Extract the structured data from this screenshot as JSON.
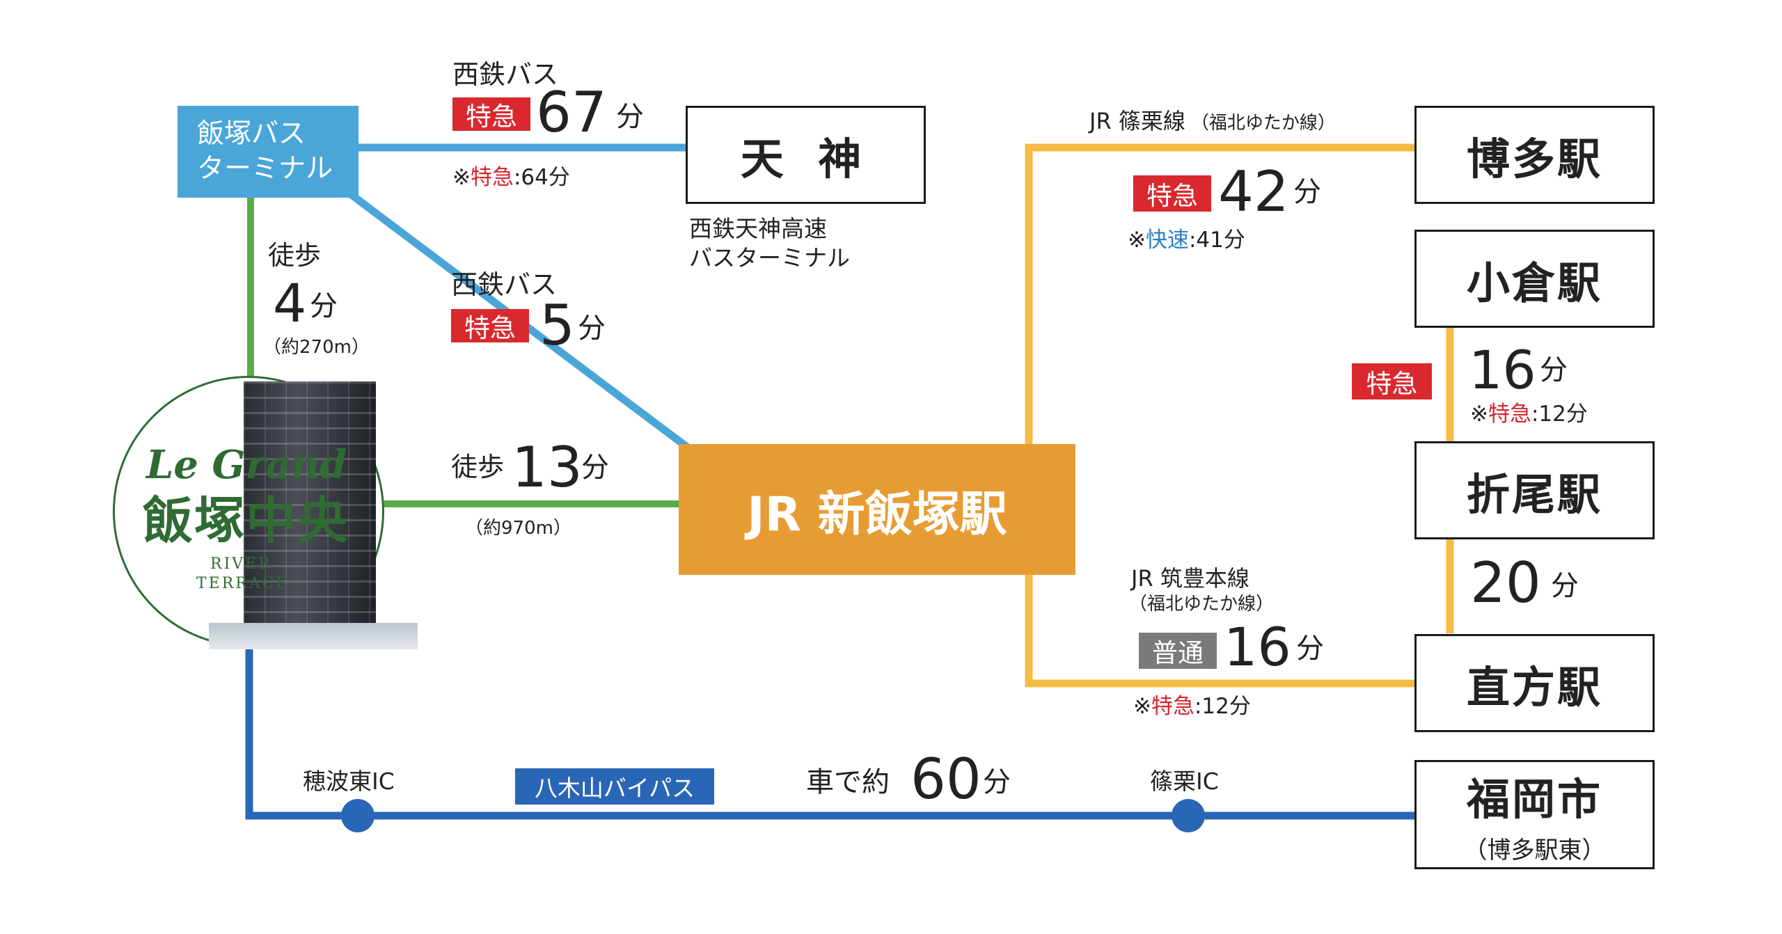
{
  "colors": {
    "bus": "#4aa5d9",
    "walk": "#59ac48",
    "jr": "#f4bc44",
    "road": "#2a66b6",
    "jr_station_fill": "#e79c33",
    "express_tag": "#d9292f",
    "local_tag": "#7a7a7a",
    "ic_dot": "#2a66b6",
    "logo_green": "#2f6b33"
  },
  "nodes": {
    "bus_terminal": [
      "飯塚バス",
      "ターミナル"
    ],
    "tenjin": "天 神",
    "tenjin_note": [
      "西鉄天神高速",
      "バスターミナル"
    ],
    "shin_iizuka": "JR 新飯塚駅",
    "hakata": "博多駅",
    "kokura": "小倉駅",
    "orio": "折尾駅",
    "nogata": "直方駅",
    "fukuoka": "福岡市",
    "fukuoka_sub": "（博多駅東）"
  },
  "property": {
    "logo_script": "Le Grand",
    "logo_name": "飯塚中央",
    "logo_sub": [
      "RIVER",
      "TERRACE"
    ]
  },
  "routes": {
    "bus_to_tenjin": {
      "operator": "西鉄バス",
      "tag": "特急",
      "minutes": "67",
      "unit": "分",
      "note_prefix": "※",
      "note_type": "特急",
      "note_time": ":64分"
    },
    "bus_to_station": {
      "operator": "西鉄バス",
      "tag": "特急",
      "minutes": "5",
      "unit": "分"
    },
    "walk_to_terminal": {
      "mode": "徒歩",
      "minutes": "4",
      "unit": "分",
      "distance": "（約270m）"
    },
    "walk_to_station": {
      "mode": "徒歩",
      "minutes": "13",
      "unit": "分",
      "distance": "（約970m）"
    },
    "jr_to_hakata": {
      "line": "JR 篠栗線",
      "line_sub": "（福北ゆたか線）",
      "tag": "特急",
      "minutes": "42",
      "unit": "分",
      "note_prefix": "※",
      "note_type": "快速",
      "note_time": ":41分"
    },
    "orio_to_kokura": {
      "tag": "特急",
      "minutes": "16",
      "unit": "分",
      "note_prefix": "※",
      "note_type": "特急",
      "note_time": ":12分"
    },
    "nogata_to_orio": {
      "minutes": "20",
      "unit": "分"
    },
    "jr_to_nogata": {
      "line": "JR 筑豊本線",
      "line_sub": "（福北ゆたか線）",
      "tag": "普通",
      "minutes": "16",
      "unit": "分",
      "note_prefix": "※",
      "note_type": "特急",
      "note_time": ":12分"
    },
    "car": {
      "ic_left": "穂波東IC",
      "bypass": "八木山バイパス",
      "prefix": "車で約",
      "minutes": "60",
      "unit": "分",
      "ic_right": "篠栗IC"
    }
  }
}
